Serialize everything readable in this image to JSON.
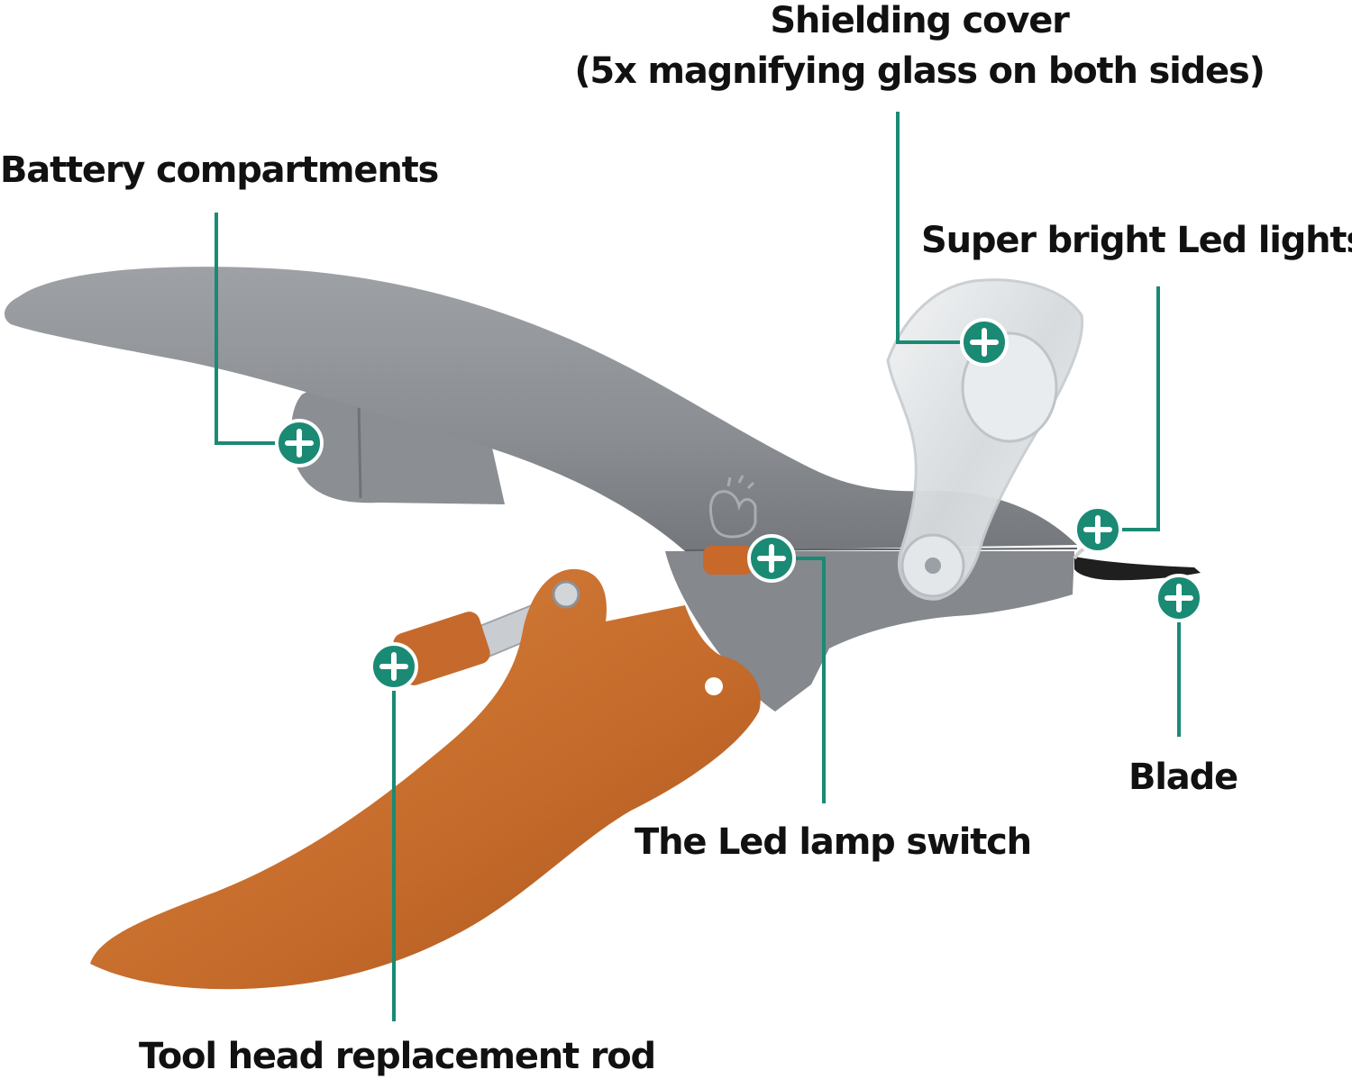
{
  "labels": {
    "shielding_cover": "Shielding cover",
    "shielding_cover_sub": "(5x magnifying glass on both sides)",
    "battery": "Battery compartments",
    "led_lights": "Super bright Led lights",
    "blade": "Blade",
    "switch": "The Led lamp switch",
    "rod": "Tool head replacement rod"
  },
  "colors": {
    "callout": "#1a8a74",
    "body_gray": "#8e9196",
    "handle_orange": "#c96f2f",
    "cover_clear": "#dfe3e6",
    "blade_dark": "#222222"
  },
  "icons": [
    "plus-circle-icon"
  ]
}
